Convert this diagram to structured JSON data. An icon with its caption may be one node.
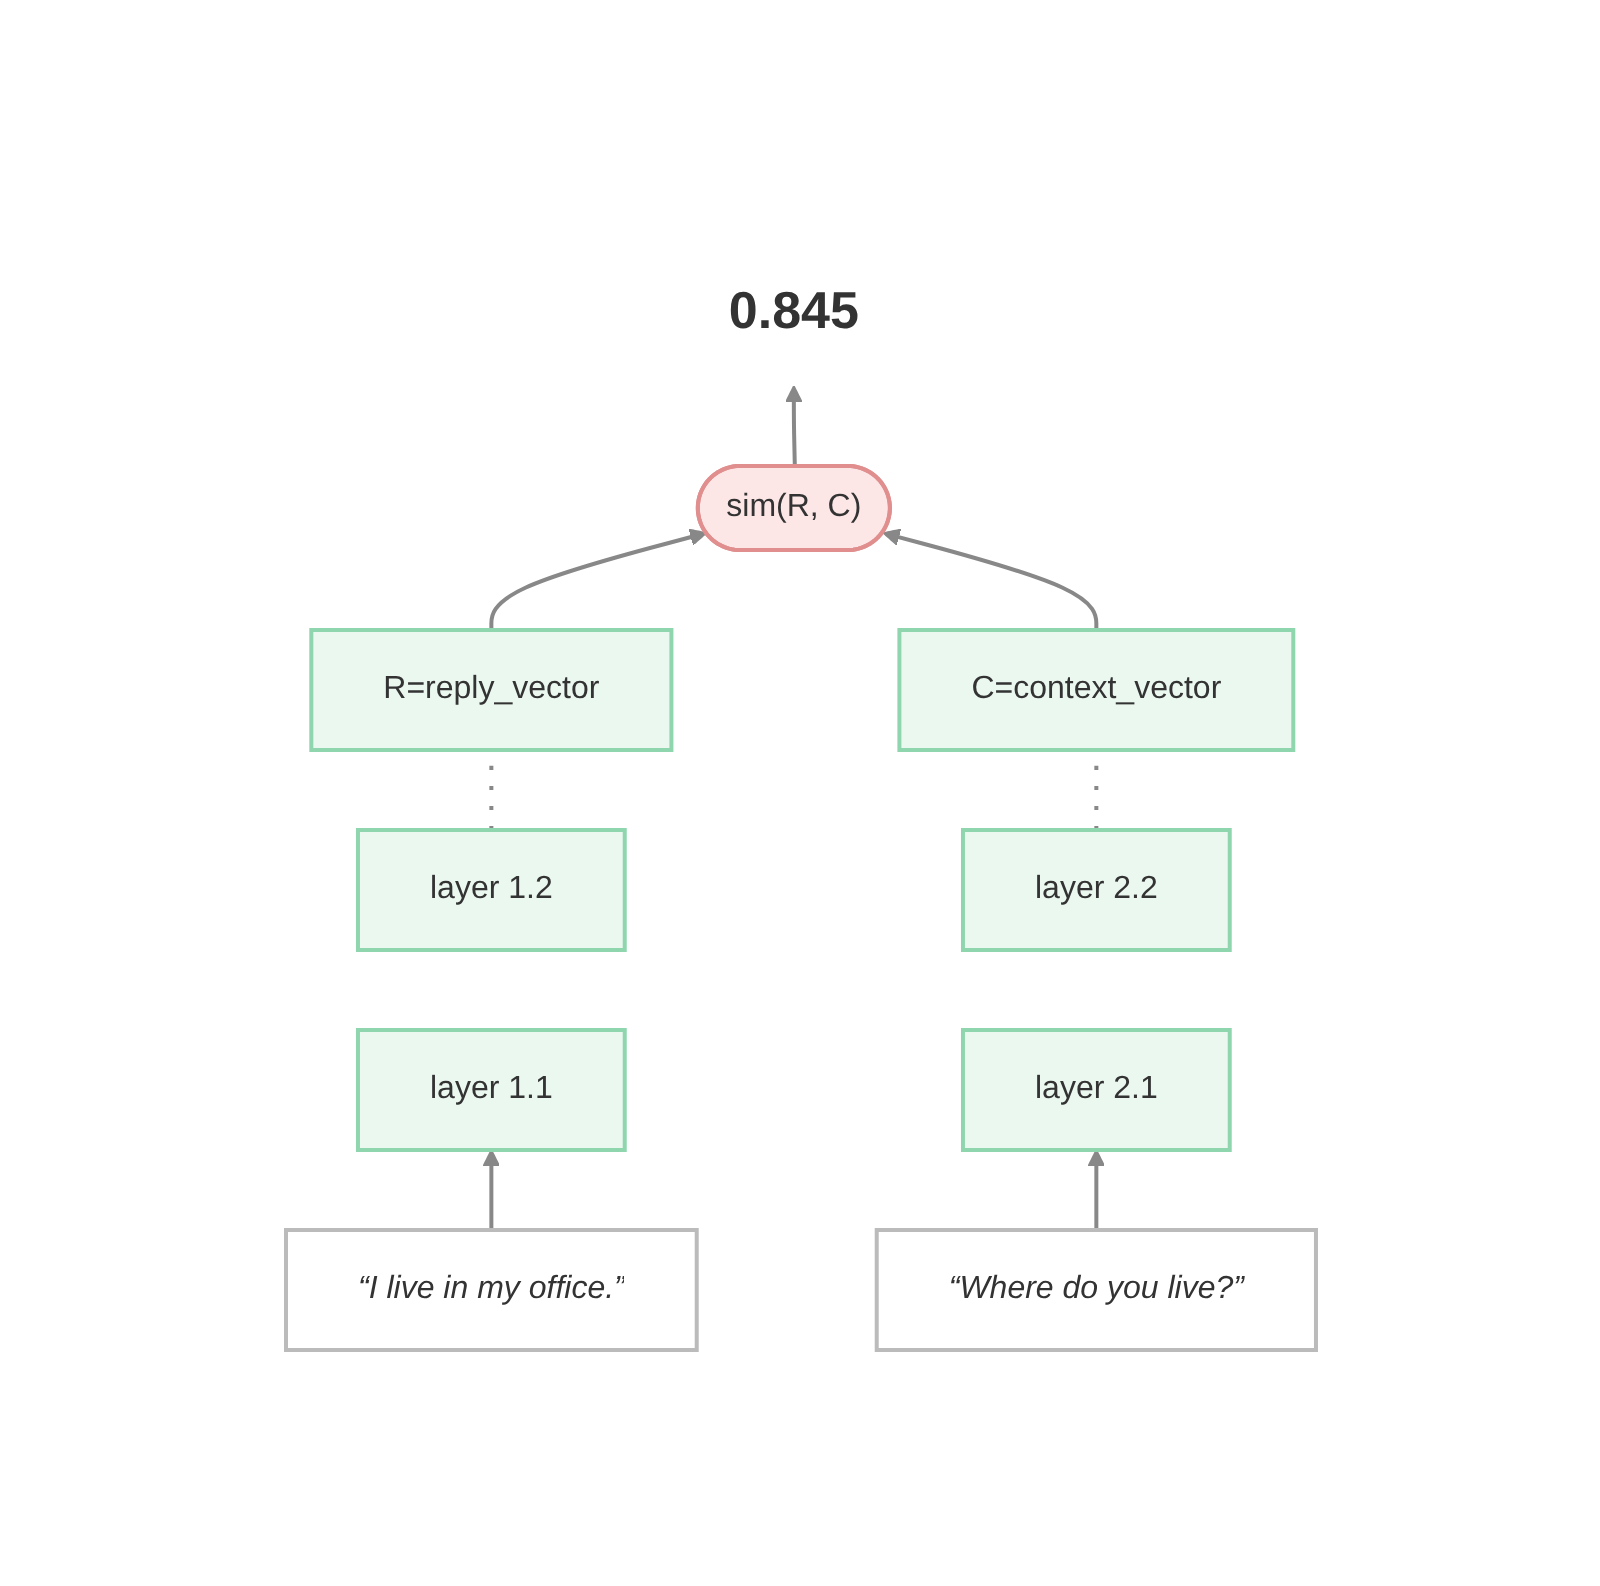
{
  "diagram": {
    "nodes": [
      {
        "text": [
          "0.845"
        ]
      },
      {
        "text": [
          "sim(R, C)"
        ]
      },
      {
        "text": [
          "R=reply_vector"
        ]
      },
      {
        "text": [
          "C=context_vector"
        ]
      },
      {
        "text": [
          "layer 1.2"
        ]
      },
      {
        "text": [
          "layer 1.1"
        ]
      },
      {
        "text": [
          "layer 2.2"
        ]
      },
      {
        "text": [
          "layer 2.1"
        ]
      },
      {
        "text": [
          "“I live in my office.”"
        ]
      },
      {
        "text": [
          "“Where do you live?”"
        ]
      }
    ],
    "edges": [
      {
        "from": 1,
        "to": 0,
        "arrow": "to"
      },
      {
        "from": 2,
        "to": 1,
        "arrow": "to"
      },
      {
        "from": 3,
        "to": 1,
        "arrow": "to"
      },
      {
        "from": 4,
        "to": 2,
        "arrow": "none",
        "style": "dashed"
      },
      {
        "from": 6,
        "to": 3,
        "arrow": "none",
        "style": "dashed"
      },
      {
        "from": 8,
        "to": 5,
        "arrow": "to"
      },
      {
        "from": 9,
        "to": 7,
        "arrow": "to"
      }
    ]
  }
}
